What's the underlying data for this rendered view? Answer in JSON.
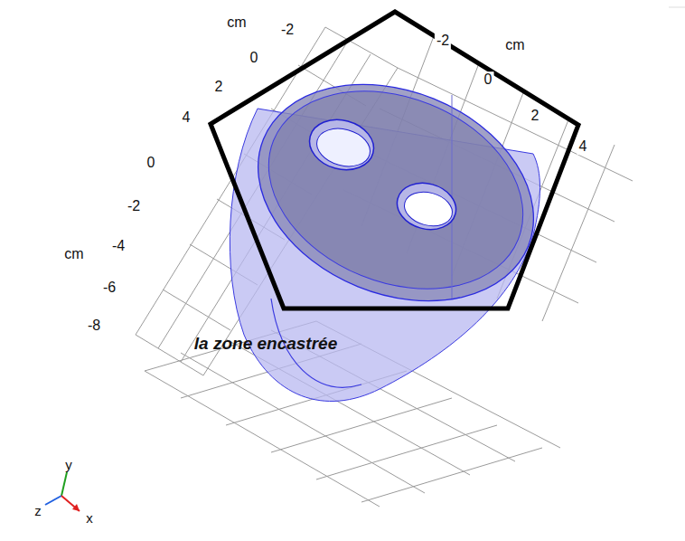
{
  "diagram": {
    "labels": [
      "cm",
      "-2",
      "0",
      "2",
      "4",
      "-2",
      "cm",
      "0",
      "2",
      "4",
      "0",
      "-2",
      "-4",
      "cm",
      "-6",
      "-8",
      "la zone encastrée",
      "y",
      "z",
      "x"
    ]
  }
}
